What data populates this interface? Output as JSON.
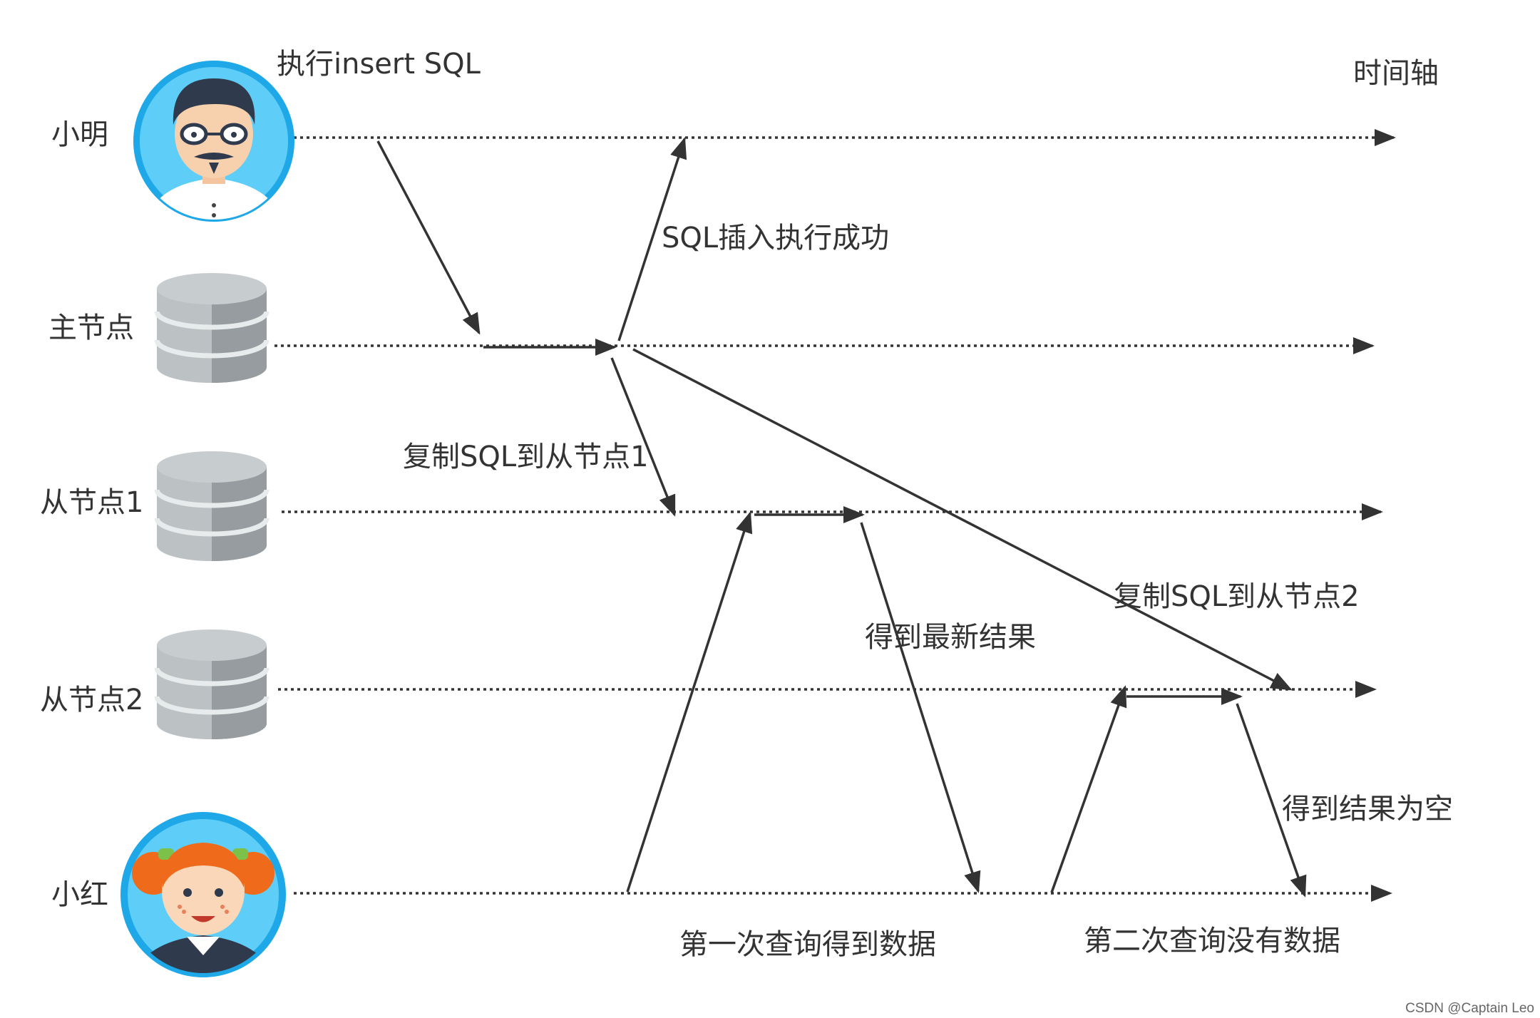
{
  "actors": {
    "xiaoming": "小明",
    "master": "主节点",
    "slave1": "从节点1",
    "slave2": "从节点2",
    "xiaohong": "小红"
  },
  "labels": {
    "timeline": "时间轴",
    "exec_insert": "执行insert SQL",
    "insert_success": "SQL插入执行成功",
    "replicate_1": "复制SQL到从节点1",
    "replicate_2": "复制SQL到从节点2",
    "got_latest": "得到最新结果",
    "got_empty": "得到结果为空",
    "first_query": "第一次查询得到数据",
    "second_query": "第二次查询没有数据"
  },
  "watermark": "CSDN @Captain Leo",
  "colors": {
    "line": "#333333",
    "avatar_ring": "#1ea8e8",
    "avatar_fill": "#5ecdf7",
    "db_light": "#bcc1c4",
    "db_dark": "#969c9f",
    "db_band": "#e8ebec"
  }
}
